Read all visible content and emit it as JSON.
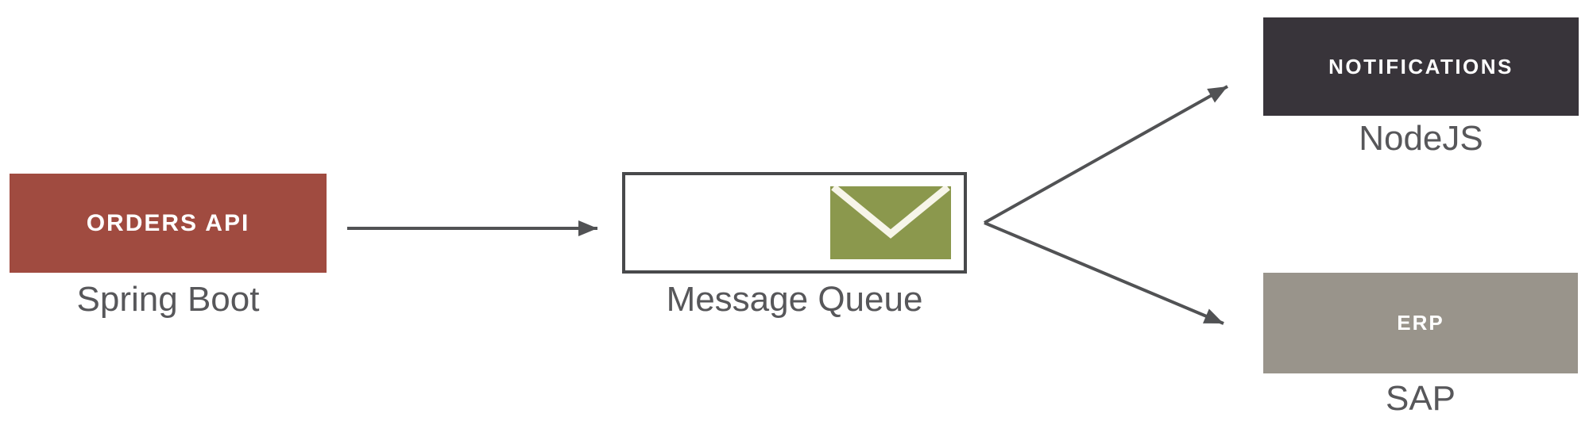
{
  "diagram": {
    "background_color": "#ffffff",
    "arrow_color": "#515254",
    "caption_color": "#57575a",
    "nodes": {
      "orders": {
        "label": "ORDERS API",
        "caption": "Spring Boot",
        "fill": "#a04b40",
        "label_color": "#ffffff"
      },
      "queue": {
        "label": "",
        "caption": "Message Queue",
        "fill": "#ffffff",
        "border_color": "#48494b",
        "icon": "envelope-icon",
        "icon_fill": "#8b984d",
        "icon_flap_color": "#f7f5e9"
      },
      "notifications": {
        "label": "NOTIFICATIONS",
        "caption": "NodeJS",
        "fill": "#38343a",
        "label_color": "#ffffff"
      },
      "erp": {
        "label": "ERP",
        "caption": "SAP",
        "fill": "#99948b",
        "label_color": "#ffffff"
      }
    },
    "edges": [
      {
        "from": "Orders API (Spring Boot)",
        "to": "Message Queue"
      },
      {
        "from": "Message Queue",
        "to": "Notifications (NodeJS)"
      },
      {
        "from": "Message Queue",
        "to": "ERP (SAP)"
      }
    ]
  }
}
